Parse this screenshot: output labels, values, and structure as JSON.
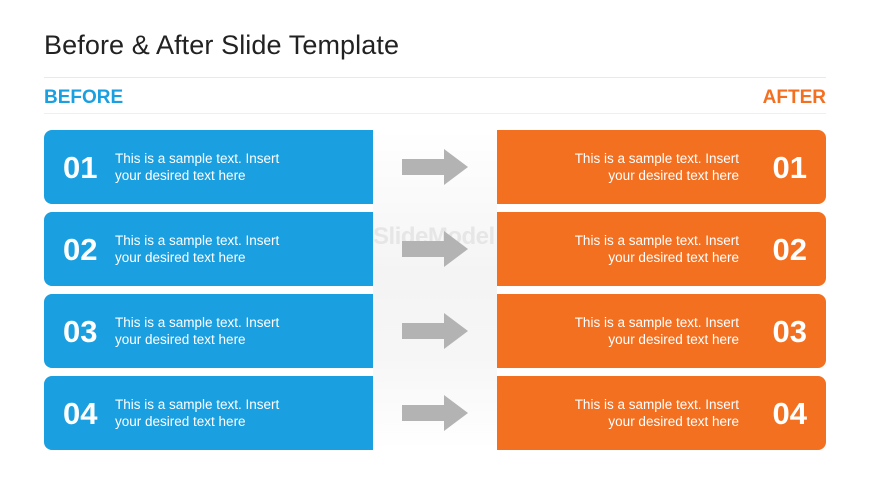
{
  "slide": {
    "title": "Before & After Slide Template",
    "before_label": "BEFORE",
    "after_label": "AFTER",
    "watermark": "SlideModel"
  },
  "colors": {
    "before": "#1a9fe0",
    "after": "#f47021",
    "arrow": "#b3b3b3"
  },
  "rows": [
    {
      "number": "01",
      "before_text": "This is a sample text. Insert your desired text here",
      "after_text": "This is a sample text. Insert your desired text here",
      "arrow_icon": "right-arrow-icon"
    },
    {
      "number": "02",
      "before_text": "This is a sample text. Insert your desired text here",
      "after_text": "This is a sample text. Insert your desired text here",
      "arrow_icon": "right-arrow-icon"
    },
    {
      "number": "03",
      "before_text": "This is a sample text. Insert your desired text here",
      "after_text": "This is a sample text. Insert your desired text here",
      "arrow_icon": "right-arrow-icon"
    },
    {
      "number": "04",
      "before_text": "This is a sample text. Insert your desired text here",
      "after_text": "This is a sample text. Insert your desired text here",
      "arrow_icon": "right-arrow-icon"
    }
  ]
}
